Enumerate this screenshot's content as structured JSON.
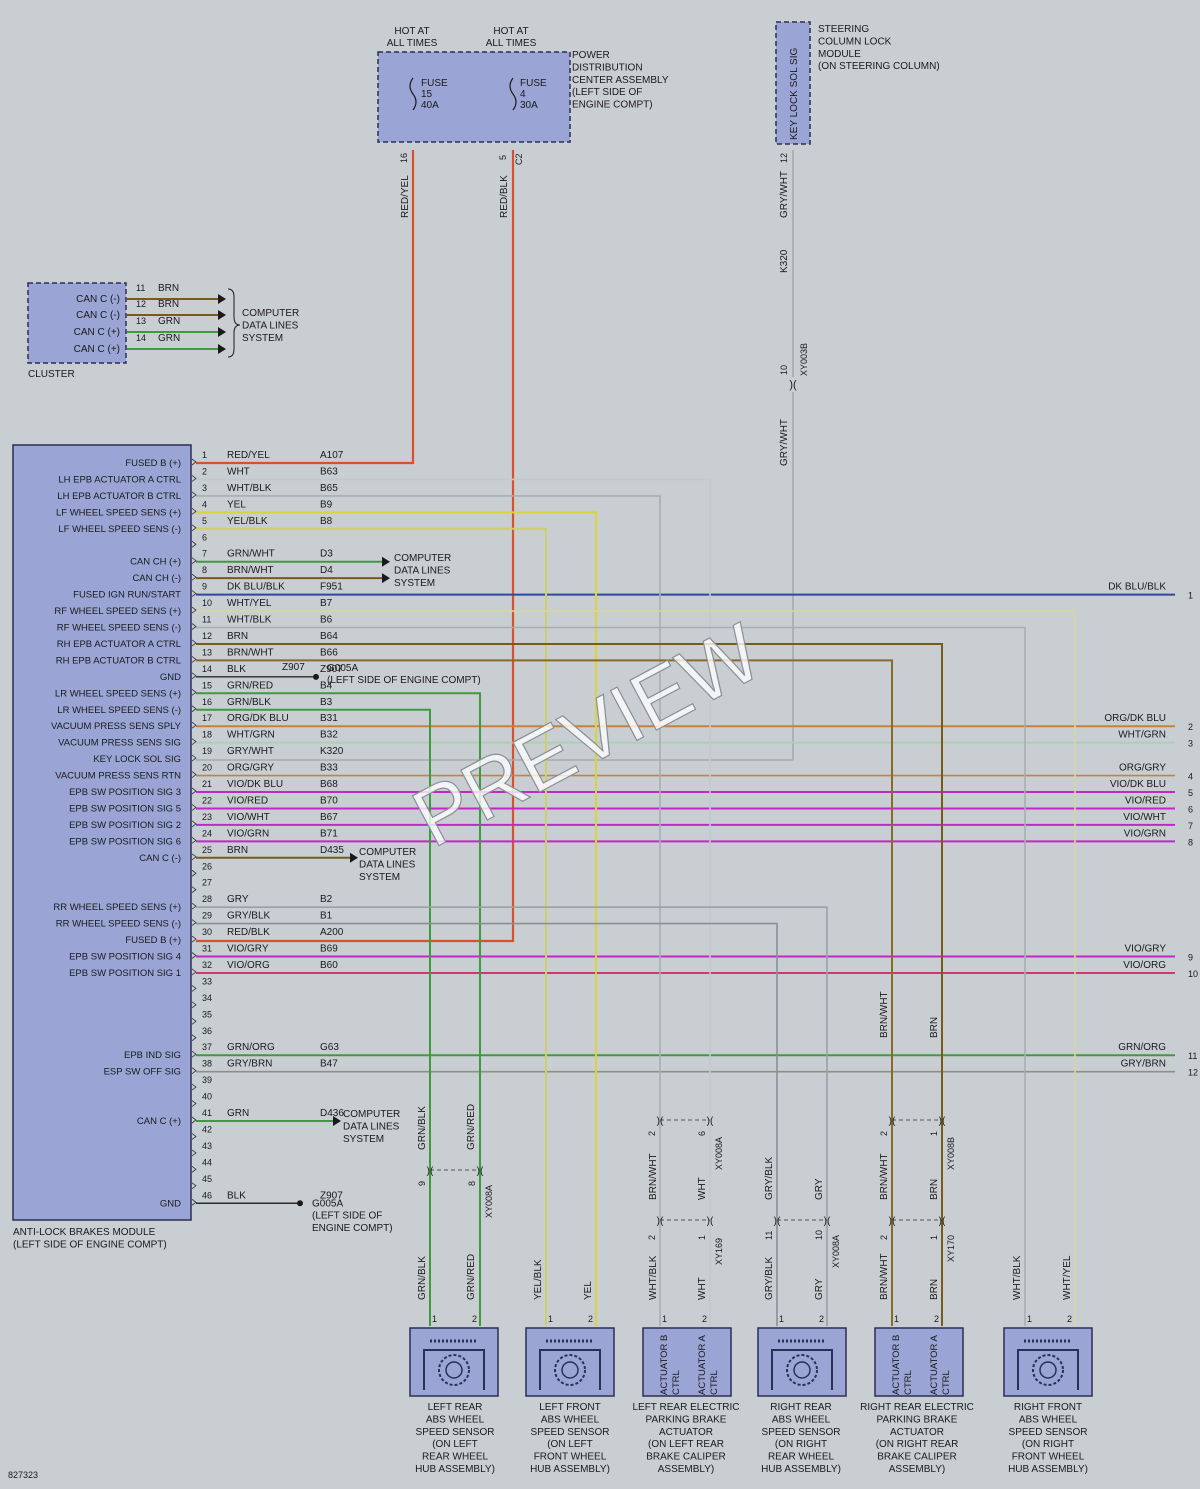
{
  "doc_id": "827323",
  "watermark": "PREVIEW",
  "pdc": {
    "hot1": [
      "HOT AT",
      "ALL TIMES"
    ],
    "hot2": [
      "HOT AT",
      "ALL TIMES"
    ],
    "label": [
      "POWER",
      "DISTRIBUTION",
      "CENTER ASSEMBLY",
      "(LEFT SIDE OF",
      "ENGINE COMPT)"
    ],
    "fuse15": [
      "FUSE",
      "15",
      "40A"
    ],
    "fuse4": [
      "FUSE",
      "4",
      "30A"
    ],
    "pin16": "16",
    "pin5": "5",
    "conn": "C2",
    "wire1": "RED/YEL",
    "wire2": "RED/BLK"
  },
  "sclm": {
    "label": [
      "STEERING",
      "COLUMN LOCK",
      "MODULE",
      "(ON STEERING COLUMN)"
    ],
    "inner": "KEY LOCK SOL SIG",
    "pin": "12",
    "wire": "GRY/WHT",
    "circuit": "K320",
    "inline_pin": "10",
    "inline_conn": "XY003B",
    "wire_lower": "GRY/WHT"
  },
  "cluster": {
    "label": "CLUSTER",
    "signals": [
      "CAN C (-)",
      "CAN C (-)",
      "CAN C (+)",
      "CAN C (+)"
    ],
    "pins": [
      "11",
      "12",
      "13",
      "14"
    ],
    "colors": [
      "BRN",
      "BRN",
      "GRN",
      "GRN"
    ],
    "dest": [
      "COMPUTER",
      "DATA LINES",
      "SYSTEM"
    ]
  },
  "abs": {
    "label": [
      "ANTI-LOCK BRAKES MODULE",
      "(LEFT SIDE OF ENGINE COMPT)"
    ],
    "pins": [
      {
        "n": "1",
        "sig": "FUSED B (+)",
        "color": "RED/YEL",
        "circ": "A107"
      },
      {
        "n": "2",
        "sig": "LH EPB ACTUATOR A CTRL",
        "color": "WHT",
        "circ": "B63"
      },
      {
        "n": "3",
        "sig": "LH EPB ACTUATOR B CTRL",
        "color": "WHT/BLK",
        "circ": "B65"
      },
      {
        "n": "4",
        "sig": "LF WHEEL SPEED SENS (+)",
        "color": "YEL",
        "circ": "B9"
      },
      {
        "n": "5",
        "sig": "LF WHEEL SPEED SENS (-)",
        "color": "YEL/BLK",
        "circ": "B8"
      },
      {
        "n": "6",
        "sig": "",
        "color": "",
        "circ": ""
      },
      {
        "n": "7",
        "sig": "CAN CH (+)",
        "color": "GRN/WHT",
        "circ": "D3"
      },
      {
        "n": "8",
        "sig": "CAN CH (-)",
        "color": "BRN/WHT",
        "circ": "D4"
      },
      {
        "n": "9",
        "sig": "FUSED IGN RUN/START",
        "color": "DK BLU/BLK",
        "circ": "F951"
      },
      {
        "n": "10",
        "sig": "RF WHEEL SPEED SENS (+)",
        "color": "WHT/YEL",
        "circ": "B7"
      },
      {
        "n": "11",
        "sig": "RF WHEEL SPEED SENS (-)",
        "color": "WHT/BLK",
        "circ": "B6"
      },
      {
        "n": "12",
        "sig": "RH EPB ACTUATOR A CTRL",
        "color": "BRN",
        "circ": "B64"
      },
      {
        "n": "13",
        "sig": "RH EPB ACTUATOR B CTRL",
        "color": "BRN/WHT",
        "circ": "B66"
      },
      {
        "n": "14",
        "sig": "GND",
        "color": "BLK",
        "circ": "Z907"
      },
      {
        "n": "15",
        "sig": "LR WHEEL SPEED SENS (+)",
        "color": "GRN/RED",
        "circ": "B4"
      },
      {
        "n": "16",
        "sig": "LR WHEEL SPEED SENS (-)",
        "color": "GRN/BLK",
        "circ": "B3"
      },
      {
        "n": "17",
        "sig": "VACUUM PRESS SENS SPLY",
        "color": "ORG/DK BLU",
        "circ": "B31"
      },
      {
        "n": "18",
        "sig": "VACUUM PRESS SENS SIG",
        "color": "WHT/GRN",
        "circ": "B32"
      },
      {
        "n": "19",
        "sig": "KEY LOCK SOL SIG",
        "color": "GRY/WHT",
        "circ": "K320"
      },
      {
        "n": "20",
        "sig": "VACUUM PRESS SENS RTN",
        "color": "ORG/GRY",
        "circ": "B33"
      },
      {
        "n": "21",
        "sig": "EPB SW POSITION SIG 3",
        "color": "VIO/DK BLU",
        "circ": "B68"
      },
      {
        "n": "22",
        "sig": "EPB SW POSITION SIG 5",
        "color": "VIO/RED",
        "circ": "B70"
      },
      {
        "n": "23",
        "sig": "EPB SW POSITION SIG 2",
        "color": "VIO/WHT",
        "circ": "B67"
      },
      {
        "n": "24",
        "sig": "EPB SW POSITION SIG 6",
        "color": "VIO/GRN",
        "circ": "B71"
      },
      {
        "n": "25",
        "sig": "CAN C (-)",
        "color": "BRN",
        "circ": "D435"
      },
      {
        "n": "26",
        "sig": "",
        "color": "",
        "circ": ""
      },
      {
        "n": "27",
        "sig": "",
        "color": "",
        "circ": ""
      },
      {
        "n": "28",
        "sig": "RR WHEEL SPEED SENS (+)",
        "color": "GRY",
        "circ": "B2"
      },
      {
        "n": "29",
        "sig": "RR WHEEL SPEED SENS (-)",
        "color": "GRY/BLK",
        "circ": "B1"
      },
      {
        "n": "30",
        "sig": "FUSED B (+)",
        "color": "RED/BLK",
        "circ": "A200"
      },
      {
        "n": "31",
        "sig": "EPB SW POSITION SIG 4",
        "color": "VIO/GRY",
        "circ": "B69"
      },
      {
        "n": "32",
        "sig": "EPB SW POSITION SIG 1",
        "color": "VIO/ORG",
        "circ": "B60"
      },
      {
        "n": "33",
        "sig": "",
        "color": "",
        "circ": ""
      },
      {
        "n": "34",
        "sig": "",
        "color": "",
        "circ": ""
      },
      {
        "n": "35",
        "sig": "",
        "color": "",
        "circ": ""
      },
      {
        "n": "36",
        "sig": "",
        "color": "",
        "circ": ""
      },
      {
        "n": "37",
        "sig": "EPB IND SIG",
        "color": "GRN/ORG",
        "circ": "G63"
      },
      {
        "n": "38",
        "sig": "ESP SW OFF SIG",
        "color": "GRY/BRN",
        "circ": "B47"
      },
      {
        "n": "39",
        "sig": "",
        "color": "",
        "circ": ""
      },
      {
        "n": "40",
        "sig": "",
        "color": "",
        "circ": ""
      },
      {
        "n": "41",
        "sig": "CAN C (+)",
        "color": "GRN",
        "circ": "D436"
      },
      {
        "n": "42",
        "sig": "",
        "color": "",
        "circ": ""
      },
      {
        "n": "43",
        "sig": "",
        "color": "",
        "circ": ""
      },
      {
        "n": "44",
        "sig": "",
        "color": "",
        "circ": ""
      },
      {
        "n": "45",
        "sig": "",
        "color": "",
        "circ": ""
      },
      {
        "n": "46",
        "sig": "GND",
        "color": "BLK",
        "circ": "Z907"
      }
    ]
  },
  "data_lines": [
    "COMPUTER",
    "DATA LINES",
    "SYSTEM"
  ],
  "ground": {
    "id": "G005A",
    "note": "(LEFT SIDE OF ENGINE COMPT)",
    "note_lines": [
      "(LEFT SIDE OF",
      "ENGINE COMPT)"
    ]
  },
  "right_exits": [
    {
      "label": "DK BLU/BLK",
      "n": "1"
    },
    {
      "label": "ORG/DK BLU",
      "n": "2"
    },
    {
      "label": "WHT/GRN",
      "n": "3"
    },
    {
      "label": "ORG/GRY",
      "n": "4"
    },
    {
      "label": "VIO/DK BLU",
      "n": "5"
    },
    {
      "label": "VIO/RED",
      "n": "6"
    },
    {
      "label": "VIO/WHT",
      "n": "7"
    },
    {
      "label": "VIO/GRN",
      "n": "8"
    },
    {
      "label": "VIO/GRY",
      "n": "9"
    },
    {
      "label": "VIO/ORG",
      "n": "10"
    },
    {
      "label": "GRN/ORG",
      "n": "11"
    },
    {
      "label": "GRY/BRN",
      "n": "12"
    }
  ],
  "vert_labels": {
    "grn_blk_up": "GRN/BLK",
    "grn_red_up": "GRN/RED",
    "brn_wht_mid": "BRN/WHT",
    "brn_mid": "BRN",
    "brn_wht_a": "BRN/WHT",
    "wht_a": "WHT",
    "gry_blk_a": "GRY/BLK",
    "gry_a": "GRY",
    "brn_wht_b": "BRN/WHT",
    "brn_b": "BRN",
    "grn_blk_lo": "GRN/BLK",
    "grn_red_lo": "GRN/RED",
    "yel_blk_lo": "YEL/BLK",
    "yel_lo": "YEL",
    "wht_blk_lo": "WHT/BLK",
    "wht_lo": "WHT",
    "gry_blk_lo": "GRY/BLK",
    "gry_lo": "GRY",
    "brn_wht_lo": "BRN/WHT",
    "brn_lo": "BRN",
    "wht_blk_rf": "WHT/BLK",
    "wht_yel_rf": "WHT/YEL"
  },
  "inline": {
    "c1": {
      "a": "9",
      "b": "8",
      "name": "XY008A"
    },
    "c2": {
      "a": "2",
      "b": "6",
      "name": "XY008A"
    },
    "c3": {
      "a": "2",
      "b": "1",
      "name": "XY169"
    },
    "c4": {
      "a": "11",
      "b": "10",
      "name": "XY008A"
    },
    "c5": {
      "a": "2",
      "b": "1",
      "name": "XY008B"
    },
    "c6": {
      "a": "2",
      "b": "1",
      "name": "XY170"
    }
  },
  "components": [
    {
      "lines": [
        "LEFT REAR",
        "ABS WHEEL",
        "SPEED SENSOR",
        "(ON LEFT",
        "REAR WHEEL",
        "HUB ASSEMBLY)"
      ]
    },
    {
      "lines": [
        "LEFT FRONT",
        "ABS WHEEL",
        "SPEED SENSOR",
        "(ON LEFT",
        "FRONT WHEEL",
        "HUB ASSEMBLY)"
      ]
    },
    {
      "lines": [
        "LEFT REAR ELECTRIC",
        "PARKING BRAKE",
        "ACTUATOR",
        "(ON LEFT REAR",
        "BRAKE CALIPER",
        "ASSEMBLY)"
      ]
    },
    {
      "lines": [
        "RIGHT REAR",
        "ABS WHEEL",
        "SPEED SENSOR",
        "(ON RIGHT",
        "REAR WHEEL",
        "HUB ASSEMBLY)"
      ]
    },
    {
      "lines": [
        "RIGHT REAR ELECTRIC",
        "PARKING BRAKE",
        "ACTUATOR",
        "(ON RIGHT REAR",
        "BRAKE CALIPER",
        "ASSEMBLY)"
      ]
    },
    {
      "lines": [
        "RIGHT FRONT",
        "ABS WHEEL",
        "SPEED SENSOR",
        "(ON RIGHT",
        "FRONT WHEEL",
        "HUB ASSEMBLY)"
      ]
    }
  ],
  "actuator_labels": {
    "b": [
      "ACTUATOR B",
      "CTRL"
    ],
    "a": [
      "ACTUATOR A",
      "CTRL"
    ]
  },
  "comp_pins": {
    "one": "1",
    "two": "2"
  },
  "colors": {
    "RED": "#d9512a",
    "YEL": "#d8d43a",
    "GRN": "#3d9a3d",
    "BRN": "#7a5a1a",
    "GRY": "#9aa0a6",
    "WHT": "#c4c8cc",
    "DKBLU": "#2b4a9a",
    "ORG": "#c8803a",
    "VIO": "#c028c8",
    "VIOORG": "#d8336e",
    "WHTGRN": "#a9d1b5",
    "BLK": "#2a2a2a"
  }
}
